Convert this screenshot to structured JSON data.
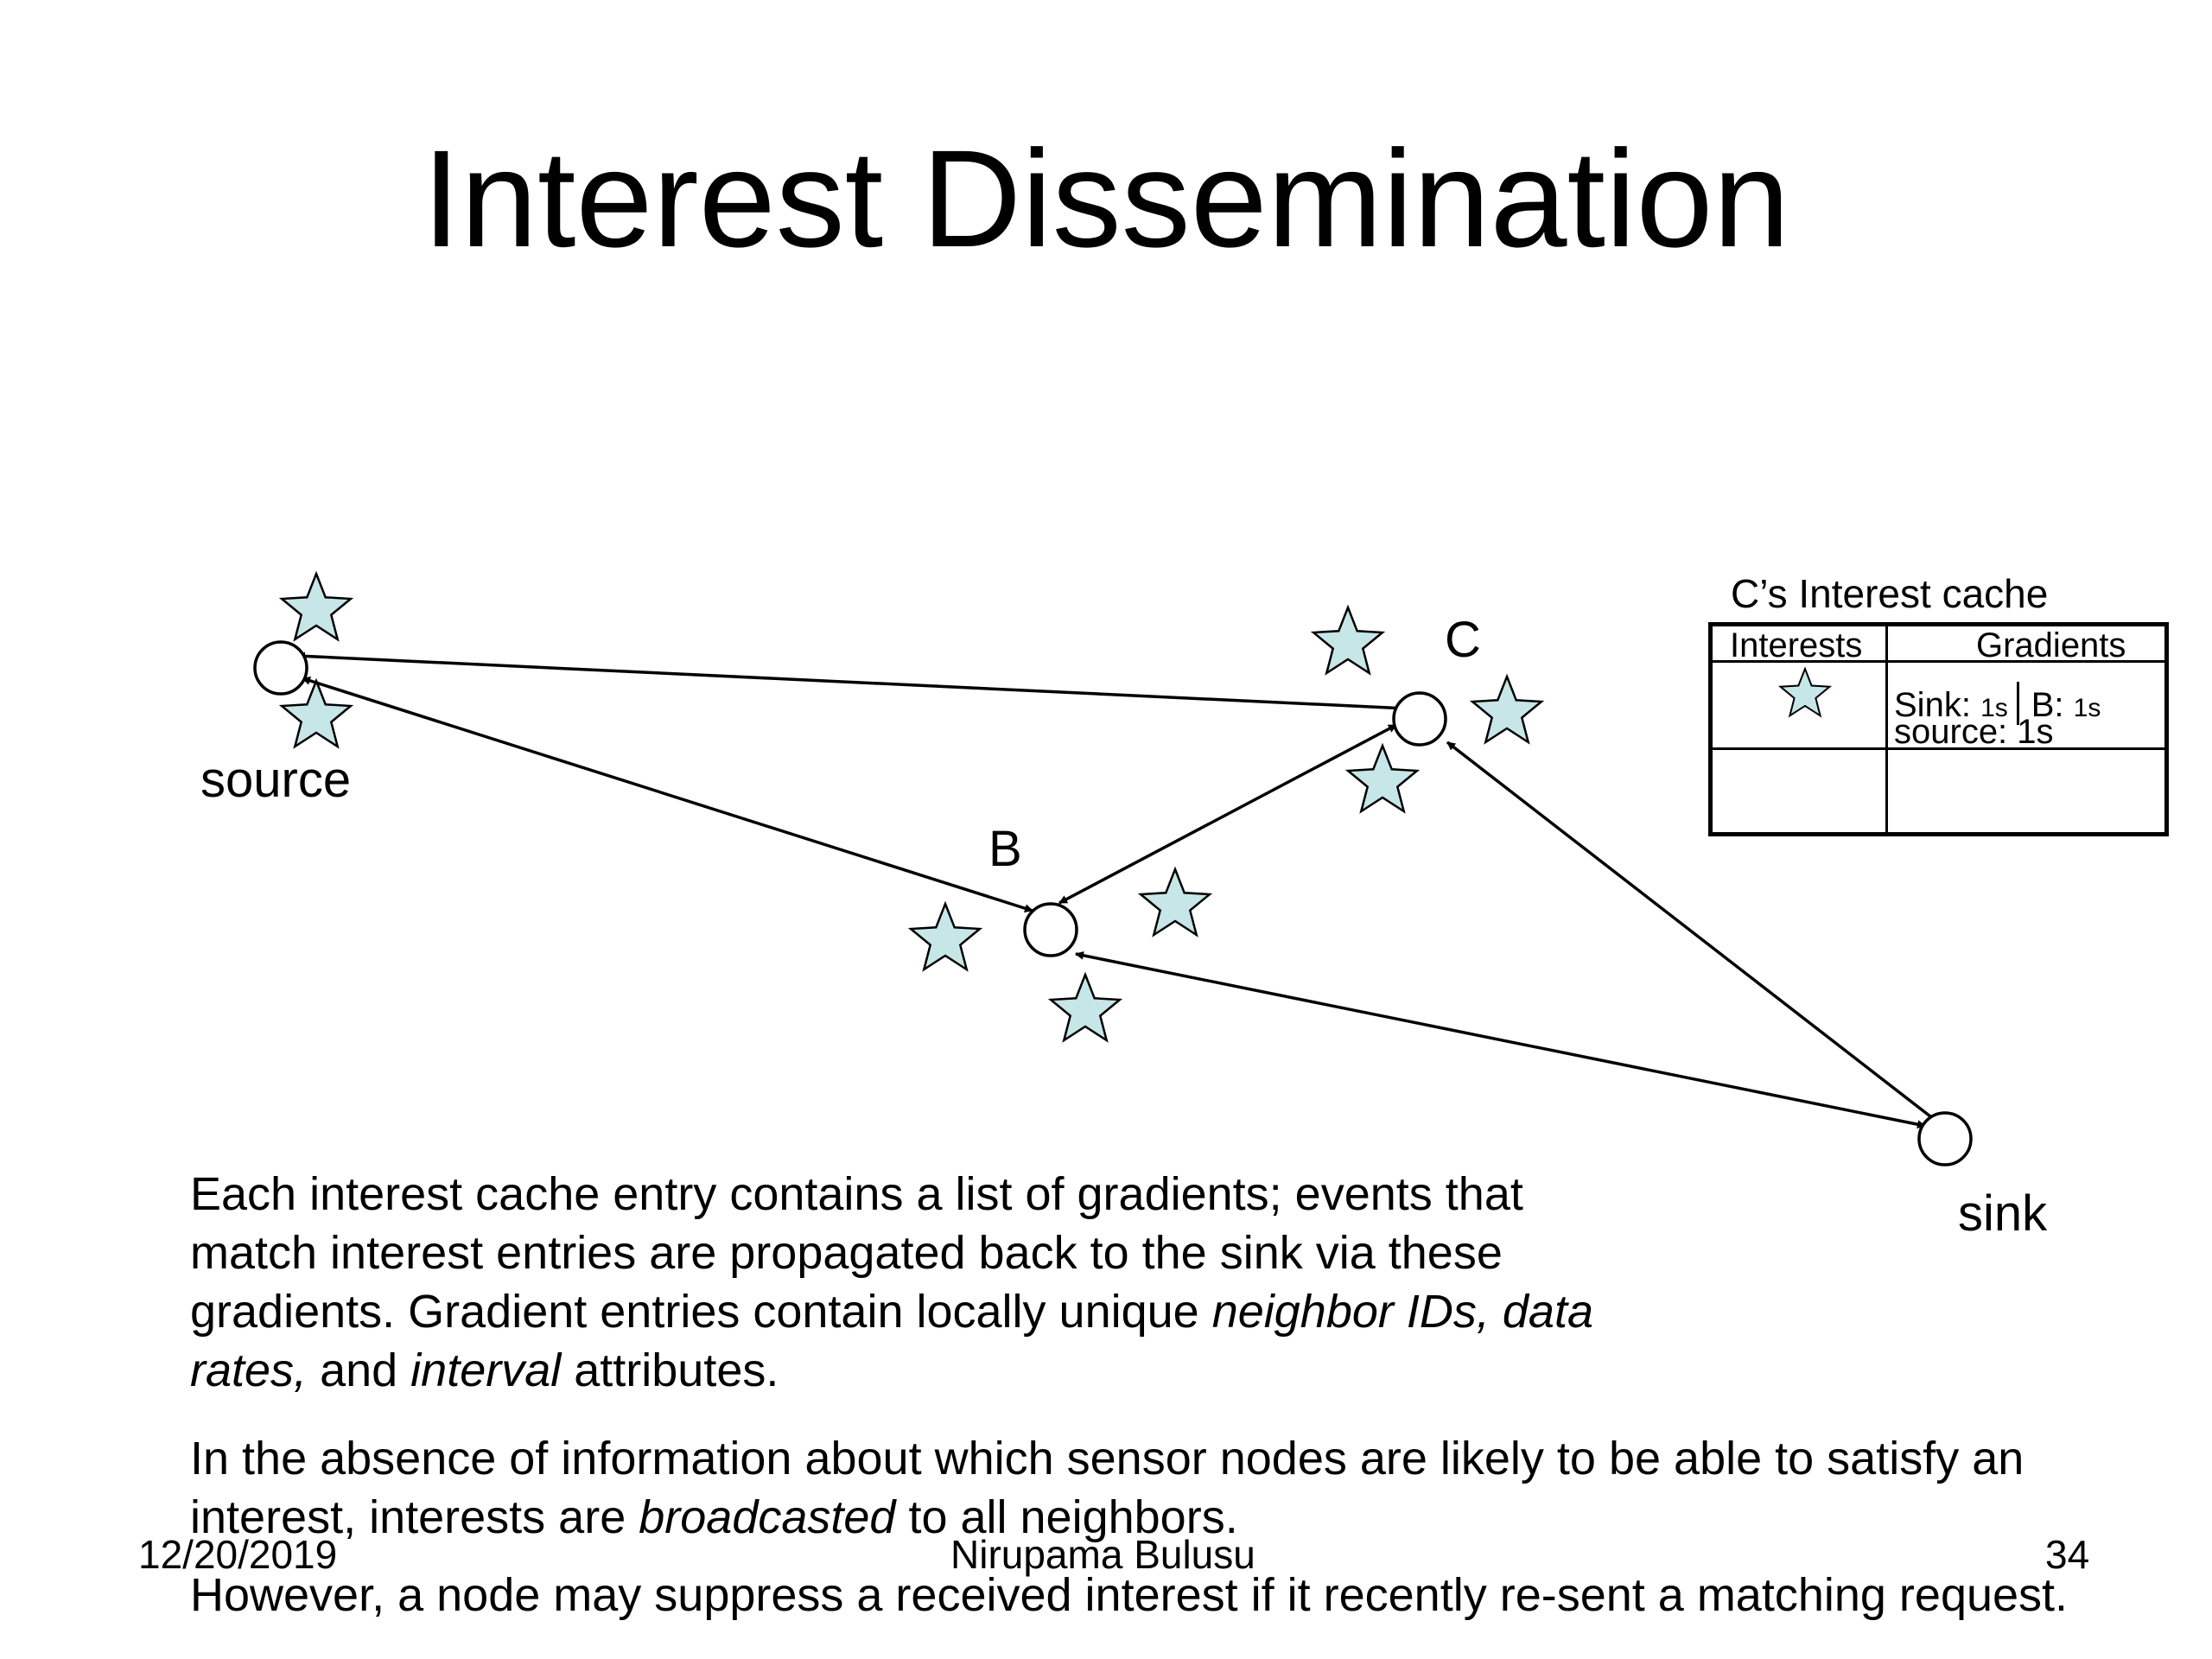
{
  "slide": {
    "title": "Interest Dissemination"
  },
  "diagram": {
    "nodes": {
      "source": "source",
      "b": "B",
      "c": "C",
      "sink": "sink"
    },
    "colors": {
      "star_fill": "#c6e6e8",
      "star_stroke": "#000000",
      "node_fill": "#ffffff",
      "edge": "#000000"
    }
  },
  "cache": {
    "title": "C’s Interest cache",
    "col_interests": "Interests",
    "col_gradients": "Gradients",
    "entry_sink_label": "Sink:",
    "entry_sink_value": "1s",
    "entry_b_label": "B:",
    "entry_b_value": "1s",
    "entry_source_label": "source:",
    "entry_source_value": "1s"
  },
  "body": {
    "p1_part1": "Each interest cache entry contains a list of gradients; events that match interest entries are propagated back to the sink via these gradients.  Gradient entries contain locally unique ",
    "p1_em1": "neighbor IDs, data rates,",
    "p1_part2": " and ",
    "p1_em2": "interval",
    "p1_part3": " attributes.",
    "p2_part1": "In the absence of information about which sensor nodes are likely to be able to satisfy an interest, interests are ",
    "p2_em": "broadcasted",
    "p2_part2": " to all neighbors.",
    "p3": "However, a node may suppress a received interest if it recently re-sent a matching request."
  },
  "footer": {
    "date": "12/20/2019",
    "author": "Nirupama Bulusu",
    "page": "34"
  }
}
